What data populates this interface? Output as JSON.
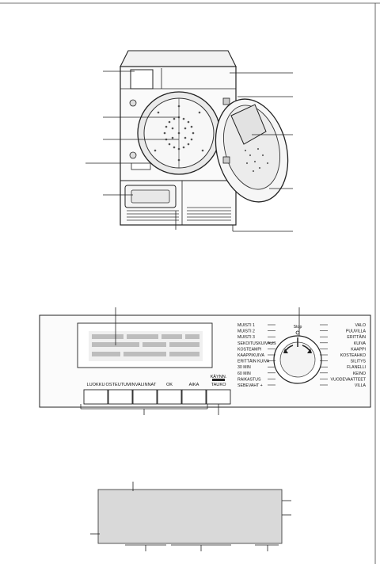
{
  "control_panel": {
    "buttons": [
      {
        "label": "LUOKKU"
      },
      {
        "label": "OSTEUTUMIN"
      },
      {
        "label": "VALINNAT"
      },
      {
        "label": "OK"
      },
      {
        "label": "AIKA"
      },
      {
        "label": "KÄYNNISTYS/TAUKO"
      }
    ],
    "start_label_line1": "KÄYNN.",
    "start_label_line2": "TAUKO",
    "dial_stop_label": "Stop",
    "programs_left": [
      "MUISTI 1",
      "MUISTI 2",
      "MUISTI 3",
      "SEKOITUSKUIVAUS",
      "KOSTEAMPI",
      "KAAPPIKUIVA",
      "ERITTÄIN KUIVA",
      "30 MIN",
      "60 MIN",
      "RAIKASTUS",
      "SEBEVAHT +"
    ],
    "programs_right": [
      "VALO",
      "PUUVILLA",
      "ERITTÄIN",
      "KUIVA",
      "KAAPPI",
      "KOSTEAHKO",
      "SILITYS",
      "FLANELLI",
      "KEINO",
      "VUODEVAATTEET",
      "VILLA"
    ]
  }
}
